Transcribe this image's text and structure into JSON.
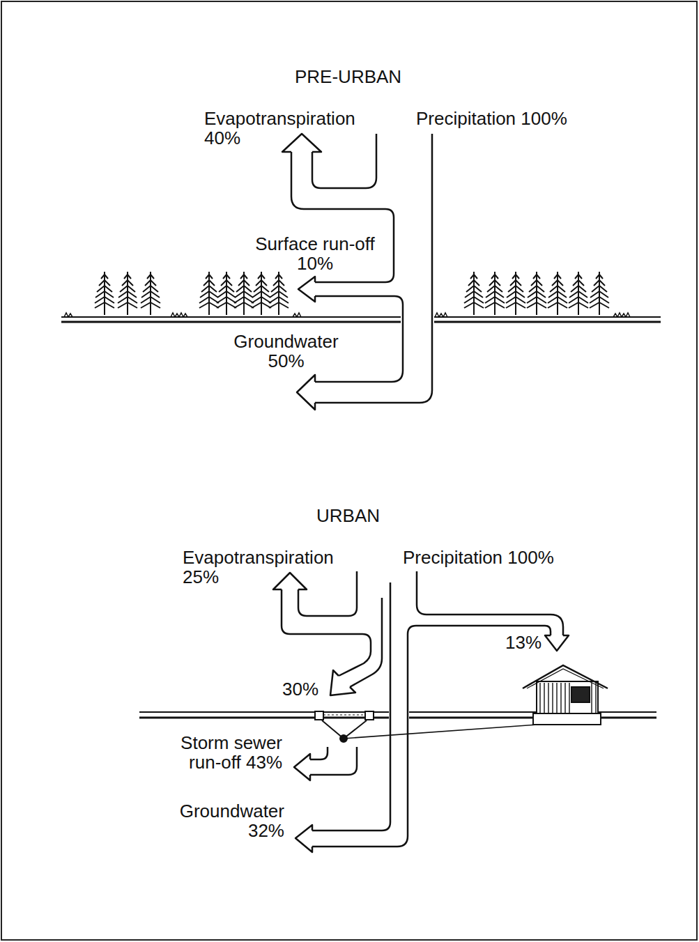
{
  "diagram": {
    "labels": [
      "PRE-URBAN",
      "Evapotranspiration 40%",
      "Precipitation 100%",
      "Surface run-off 10%",
      "Groundwater 50%",
      "URBAN",
      "Evapotranspiration 25%",
      "Precipitation 100%",
      "13%",
      "30%",
      "Storm sewer run-off 43%",
      "Groundwater 32%"
    ]
  }
}
